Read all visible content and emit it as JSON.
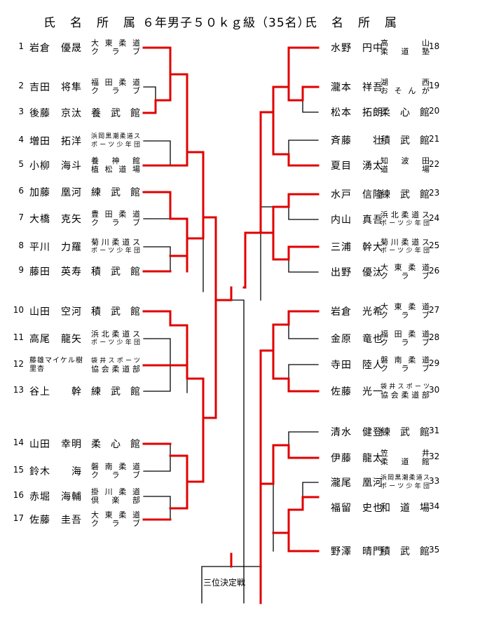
{
  "header": {
    "left_cols": [
      "氏",
      "名",
      "所",
      "属"
    ],
    "title": "６年男子５０ｋｇ級（35名）",
    "right_cols": [
      "氏",
      "名",
      "所",
      "属"
    ]
  },
  "left_entries": [
    {
      "no": "1",
      "name": "岩倉　優晟",
      "aff": [
        "大東柔道",
        "クラブ"
      ]
    },
    {
      "no": "2",
      "name": "吉田　将隼",
      "aff": [
        "福田柔道",
        "クラブ"
      ]
    },
    {
      "no": "3",
      "name": "後藤　京汰",
      "aff": [
        "養武館"
      ]
    },
    {
      "no": "4",
      "name": "増田　拓洋",
      "aff": [
        "浜岡黒潮柔道スポーツ少年団"
      ]
    },
    {
      "no": "5",
      "name": "小柳　海斗",
      "aff": [
        "養神館",
        "植松道場"
      ]
    },
    {
      "no": "6",
      "name": "加藤　凰河",
      "aff": [
        "練武館"
      ]
    },
    {
      "no": "7",
      "name": "大橋　克矢",
      "aff": [
        "豊田柔道",
        "クラブ"
      ]
    },
    {
      "no": "8",
      "name": "平川　力羅",
      "aff": [
        "菊川柔道ス",
        "ポーツ少年団"
      ]
    },
    {
      "no": "9",
      "name": "藤田　英寿",
      "aff": [
        "積武館"
      ]
    },
    {
      "no": "10",
      "name": "山田　空河",
      "aff": [
        "積武館"
      ]
    },
    {
      "no": "11",
      "name": "高尾　龍矢",
      "aff": [
        "浜北柔道ス",
        "ポーツ少年団"
      ]
    },
    {
      "no": "12",
      "name": "藤雄マイケル樹里杏",
      "aff": [
        "袋井スポーツ",
        "協会柔道部"
      ]
    },
    {
      "no": "13",
      "name": "谷上　　幹",
      "aff": [
        "練武館"
      ]
    },
    {
      "no": "14",
      "name": "山田　幸明",
      "aff": [
        "柔心館"
      ]
    },
    {
      "no": "15",
      "name": "鈴木　　海",
      "aff": [
        "磐南柔道",
        "クラブ"
      ]
    },
    {
      "no": "16",
      "name": "赤堀　海輔",
      "aff": [
        "掛川柔道",
        "倶楽部"
      ]
    },
    {
      "no": "17",
      "name": "佐藤　圭吾",
      "aff": [
        "大東柔道",
        "クラブ"
      ]
    }
  ],
  "right_entries": [
    {
      "no": "18",
      "name": "水野　円中",
      "aff": [
        "高山",
        "柔道塾"
      ]
    },
    {
      "no": "19",
      "name": "瀧本　祥吾",
      "aff": [
        "湖西",
        "おそんが"
      ]
    },
    {
      "no": "20",
      "name": "松本　拓朗",
      "aff": [
        "柔心館"
      ]
    },
    {
      "no": "21",
      "name": "斉藤　　壮",
      "aff": [
        "積武館"
      ]
    },
    {
      "no": "22",
      "name": "夏目　湧太",
      "aff": [
        "知波田",
        "道場"
      ]
    },
    {
      "no": "23",
      "name": "水戸　信隆",
      "aff": [
        "練武館"
      ]
    },
    {
      "no": "24",
      "name": "内山　真吾",
      "aff": [
        "浜北柔道ス",
        "ポーツ少年団"
      ]
    },
    {
      "no": "25",
      "name": "三浦　幹大",
      "aff": [
        "菊川柔道ス",
        "ポーツ少年団"
      ]
    },
    {
      "no": "26",
      "name": "出野　優汰",
      "aff": [
        "大東柔道",
        "クラブ"
      ]
    },
    {
      "no": "27",
      "name": "岩倉　光希",
      "aff": [
        "大東柔道",
        "クラブ"
      ]
    },
    {
      "no": "28",
      "name": "金原　竜也",
      "aff": [
        "福田柔道",
        "クラブ"
      ]
    },
    {
      "no": "29",
      "name": "寺田　陸人",
      "aff": [
        "磐南柔道",
        "クラブ"
      ]
    },
    {
      "no": "30",
      "name": "佐藤　光一",
      "aff": [
        "袋井スポーツ",
        "協会柔道部"
      ]
    },
    {
      "no": "31",
      "name": "清水　健登",
      "aff": [
        "練武館"
      ]
    },
    {
      "no": "32",
      "name": "伊藤　龍太",
      "aff": [
        "笠井",
        "柔道館"
      ]
    },
    {
      "no": "33",
      "name": "瀧尾　凰河",
      "aff": [
        "浜岡黒潮柔道スポーツ少年団"
      ]
    },
    {
      "no": "34",
      "name": "福留　史也",
      "aff": [
        "和道場"
      ]
    },
    {
      "no": "35",
      "name": "野澤　晴門",
      "aff": [
        "積武館"
      ]
    }
  ],
  "third_place_label": "三位決定戦",
  "colors": {
    "winner_line": "#e00000",
    "line": "#000000"
  }
}
